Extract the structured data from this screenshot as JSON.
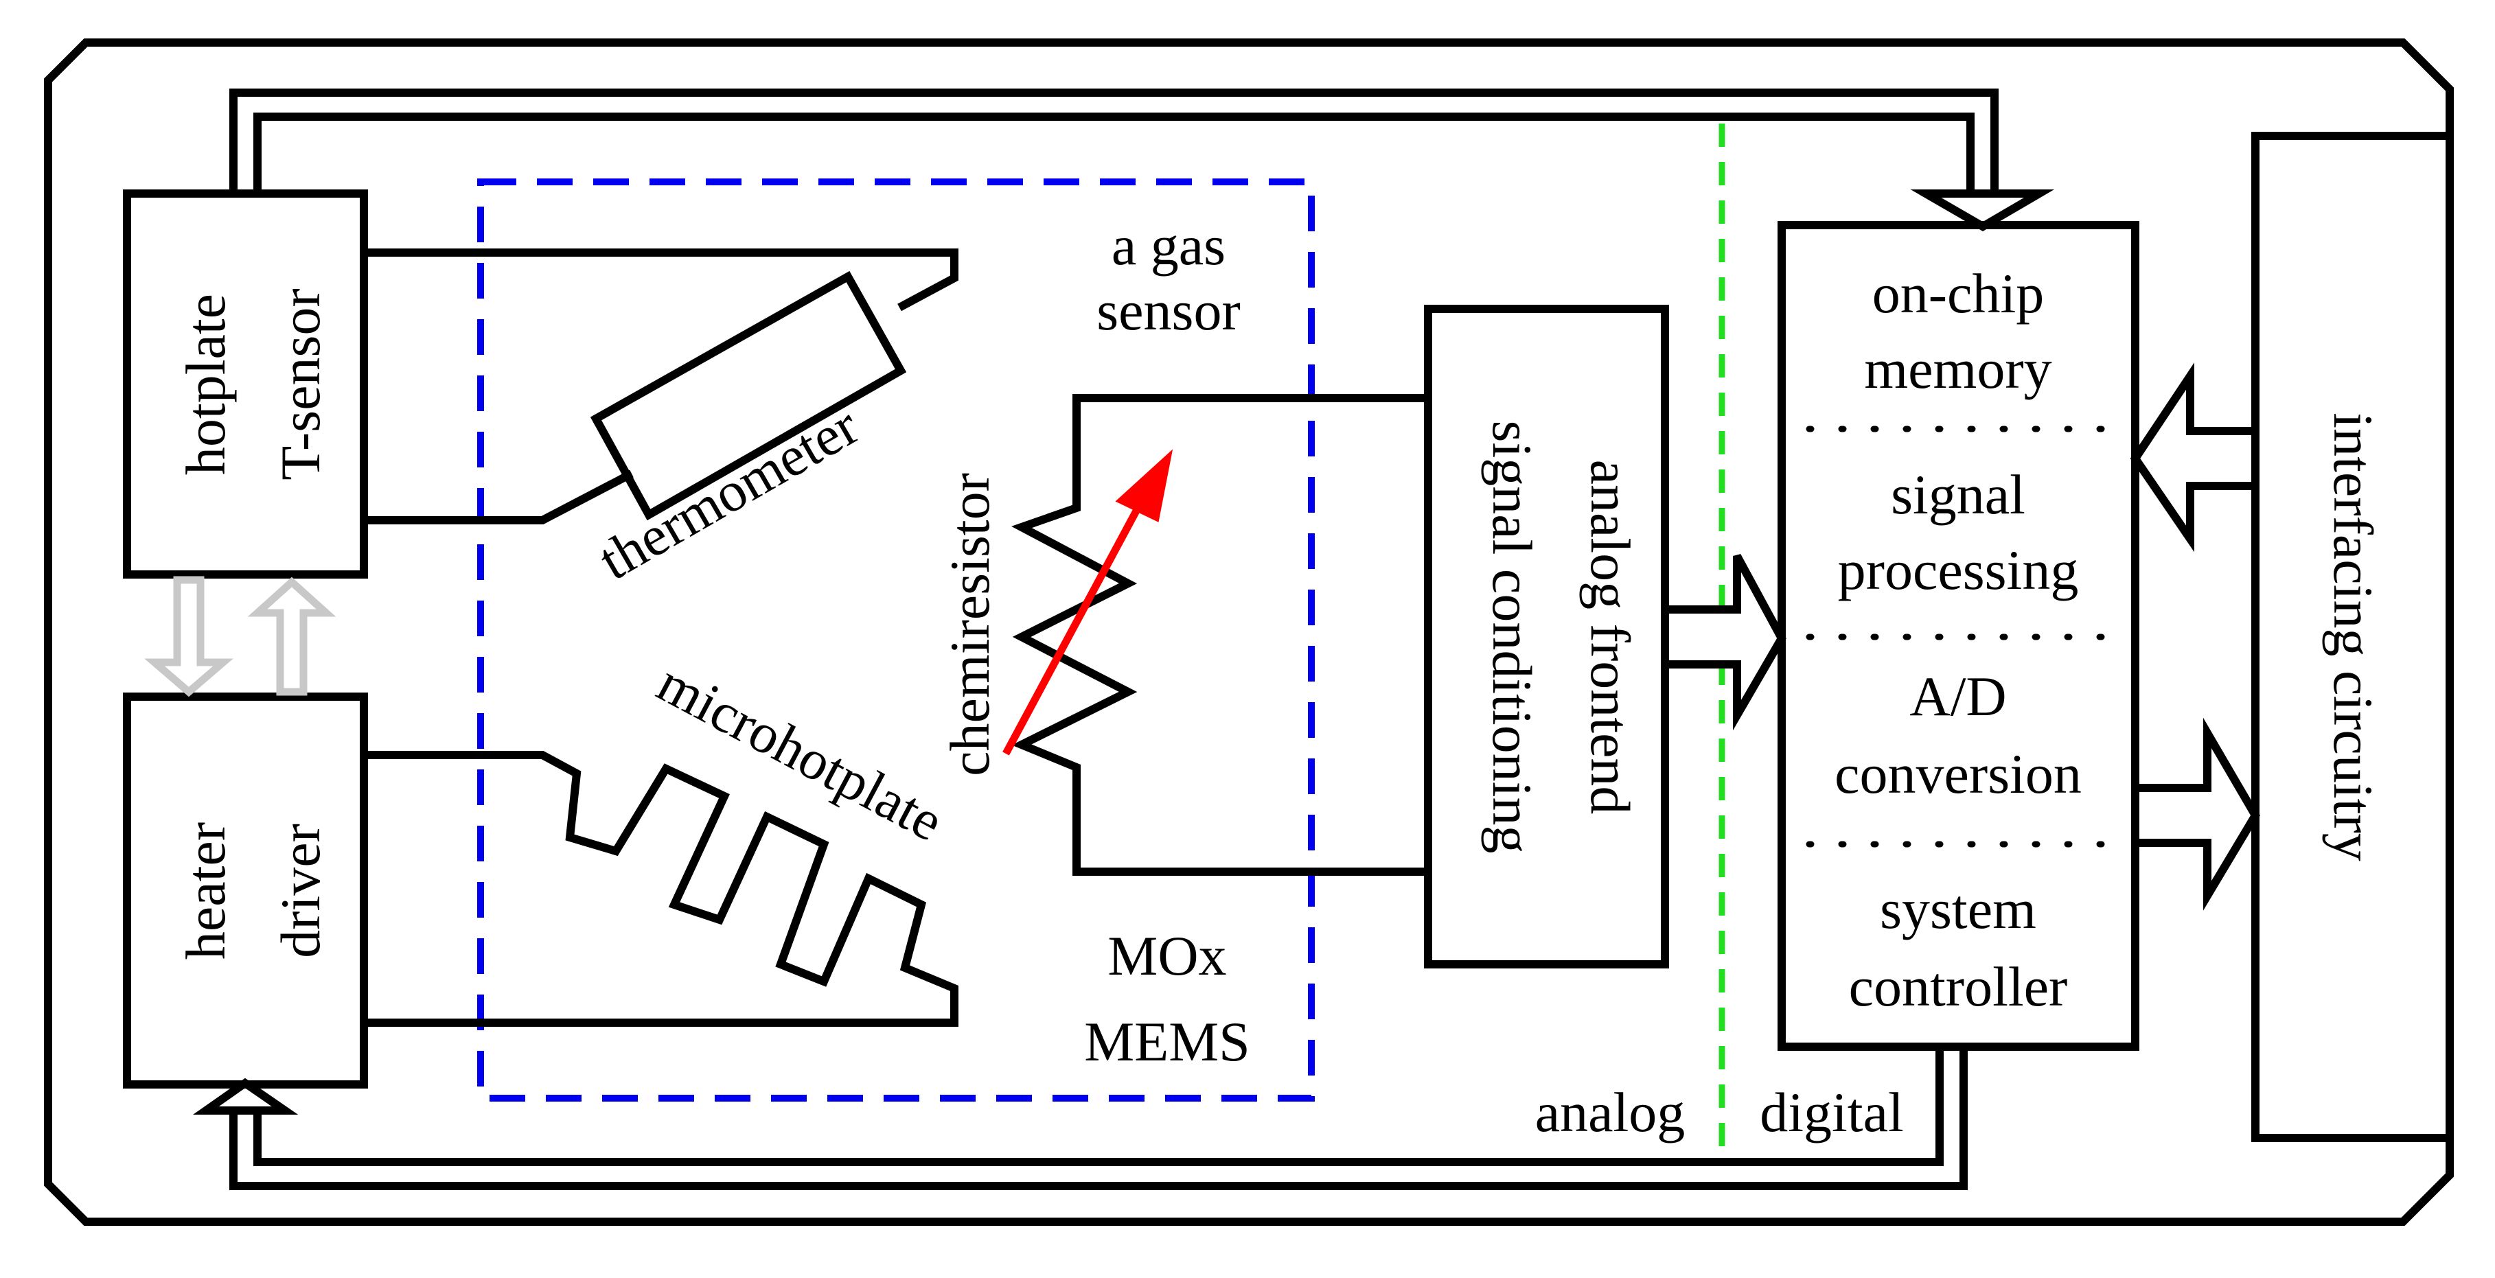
{
  "blocks": {
    "hotplate_sensor": {
      "line1": "hotplate",
      "line2": "T-sensor"
    },
    "heater_driver": {
      "line1": "heater",
      "line2": "driver"
    },
    "gas_sensor_label": {
      "line1": "a gas",
      "line2": "sensor"
    },
    "mox_label": {
      "line1": "MOx",
      "line2": "MEMS"
    },
    "thermometer": "thermometer",
    "microhotplate": "microhotplate",
    "chemiresistor": "chemiresistor",
    "analog_frontend": {
      "line1": "analog frontend",
      "line2": "signal conditioning"
    },
    "digital_core": {
      "memory": {
        "line1": "on-chip",
        "line2": "memory"
      },
      "processing": {
        "line1": "signal",
        "line2": "processing"
      },
      "conversion": {
        "line1": "A/D",
        "line2": "conversion"
      },
      "controller": {
        "line1": "system",
        "line2": "controller"
      }
    },
    "interfacing": "interfacing circuitry"
  },
  "domain_labels": {
    "analog": "analog",
    "digital": "digital"
  },
  "colors": {
    "mems_boundary": "#0000ee",
    "domain_divider": "#22dd22",
    "chemiresistor_arrow": "#ff0000",
    "feedback_arrows": "#c8c8c8"
  }
}
